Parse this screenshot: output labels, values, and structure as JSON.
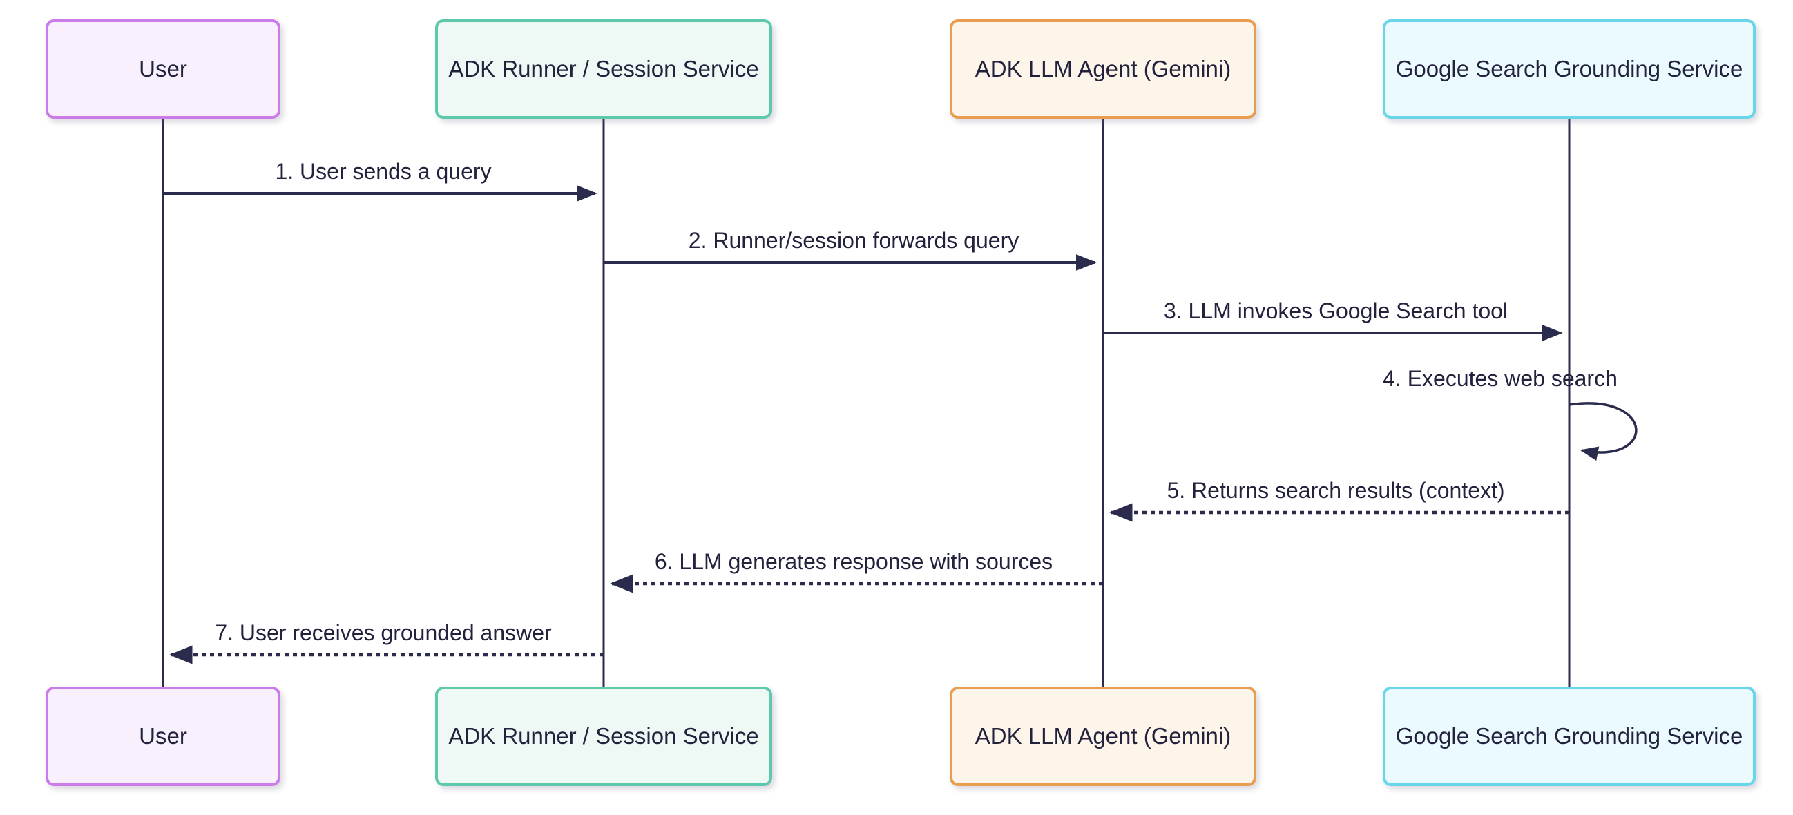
{
  "diagram": {
    "type": "sequence-diagram",
    "participants": [
      {
        "id": "user",
        "label": "User",
        "border_color": "#cb7ce9",
        "fill_color": "#f8f0fc"
      },
      {
        "id": "adk-runner",
        "label": "ADK Runner / Session Service",
        "border_color": "#5cc8ac",
        "fill_color": "#eef9f5"
      },
      {
        "id": "adk-llm-agent",
        "label": "ADK LLM Agent (Gemini)",
        "border_color": "#e99d52",
        "fill_color": "#fdf4ea"
      },
      {
        "id": "google-search",
        "label": "Google Search Grounding Service",
        "border_color": "#67d6ea",
        "fill_color": "#ebfafe"
      }
    ],
    "messages": [
      {
        "label": "1. User sends a query",
        "from": "user",
        "to": "adk-runner",
        "line_style": "solid"
      },
      {
        "label": "2. Runner/session forwards query",
        "from": "adk-runner",
        "to": "adk-llm-agent",
        "line_style": "solid"
      },
      {
        "label": "3. LLM invokes Google Search tool",
        "from": "adk-llm-agent",
        "to": "google-search",
        "line_style": "solid"
      },
      {
        "label": "4. Executes web search",
        "from": "google-search",
        "to": "google-search",
        "line_style": "self-loop"
      },
      {
        "label": "5. Returns search results (context)",
        "from": "google-search",
        "to": "adk-llm-agent",
        "line_style": "dashed"
      },
      {
        "label": "6. LLM generates response with sources",
        "from": "adk-llm-agent",
        "to": "adk-runner",
        "line_style": "dashed"
      },
      {
        "label": "7. User receives grounded answer",
        "from": "adk-runner",
        "to": "user",
        "line_style": "dashed"
      }
    ],
    "colors": {
      "line": "#2b2b4d",
      "text": "#22223d",
      "background": "#ffffff"
    }
  }
}
